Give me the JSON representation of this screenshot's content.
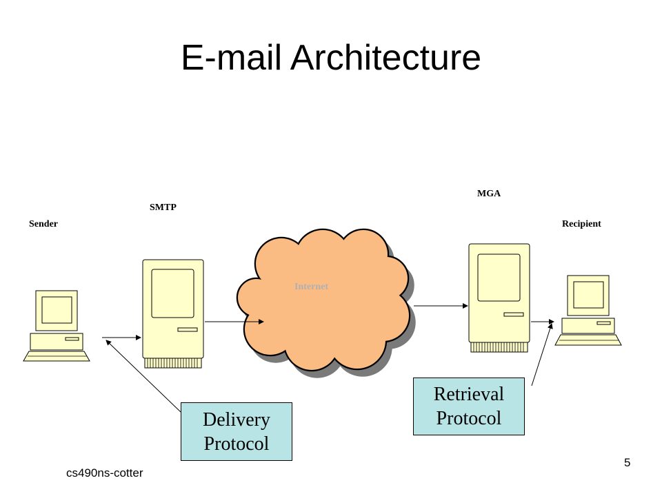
{
  "slide": {
    "title": "E-mail Architecture",
    "footer": "cs490ns-cotter",
    "page_number": "5"
  },
  "nodes": {
    "sender": "Sender",
    "smtp": "SMTP",
    "internet": "Internet",
    "mga": "MGA",
    "recipient": "Recipient"
  },
  "callouts": {
    "delivery": [
      "Delivery",
      "Protocol"
    ],
    "retrieval": [
      "Retrieval",
      "Protocol"
    ]
  },
  "colors": {
    "cloud_fill": "#fbbc84",
    "machine_fill": "#ffffcc",
    "callout_fill": "#b9e4e6"
  }
}
